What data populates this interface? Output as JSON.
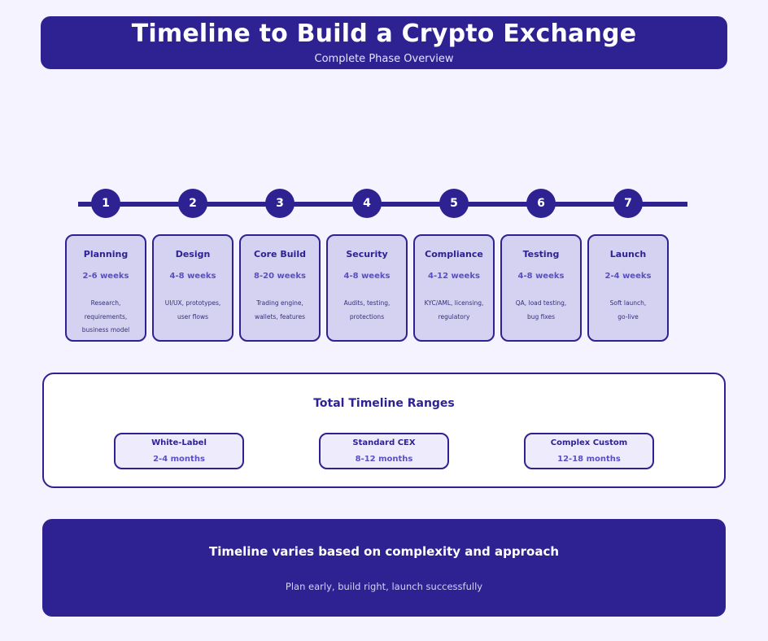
{
  "header": {
    "title": "Timeline to Build a Crypto Exchange",
    "subtitle": "Complete Phase Overview"
  },
  "timeline": {
    "nodes": [
      "1",
      "2",
      "3",
      "4",
      "5",
      "6",
      "7"
    ],
    "phases": [
      {
        "number": "1",
        "name": "Planning",
        "duration": "2-6 weeks",
        "desc_line1": "Research, requirements,",
        "desc_line2": "business model"
      },
      {
        "number": "2",
        "name": "Design",
        "duration": "4-8 weeks",
        "desc_line1": "UI/UX, prototypes,",
        "desc_line2": "user flows"
      },
      {
        "number": "3",
        "name": "Core Build",
        "duration": "8-20 weeks",
        "desc_line1": "Trading engine,",
        "desc_line2": "wallets, features"
      },
      {
        "number": "4",
        "name": "Security",
        "duration": "4-8 weeks",
        "desc_line1": "Audits, testing,",
        "desc_line2": "protections"
      },
      {
        "number": "5",
        "name": "Compliance",
        "duration": "4-12 weeks",
        "desc_line1": "KYC/AML, licensing,",
        "desc_line2": "regulatory"
      },
      {
        "number": "6",
        "name": "Testing",
        "duration": "4-8 weeks",
        "desc_line1": "QA, load testing,",
        "desc_line2": "bug fixes"
      },
      {
        "number": "7",
        "name": "Launch",
        "duration": "2-4 weeks",
        "desc_line1": "Soft launch,",
        "desc_line2": "go-live"
      }
    ]
  },
  "ranges": {
    "title": "Total Timeline Ranges",
    "items": [
      {
        "label": "White-Label",
        "value": "2-4 months"
      },
      {
        "label": "Standard CEX",
        "value": "8-12 months"
      },
      {
        "label": "Complex Custom",
        "value": "12-18 months"
      }
    ]
  },
  "footer": {
    "title": "Timeline varies based on complexity and approach",
    "subtitle": "Plan early, build right, launch successfully"
  },
  "colors": {
    "page_background": "#f5f3ff",
    "primary_indigo": "#2e2293",
    "card_fill": "#d4d2f0",
    "pill_fill": "#eeecfc",
    "accent_violet": "#5b4fc4",
    "banner_text": "#ffffff"
  }
}
